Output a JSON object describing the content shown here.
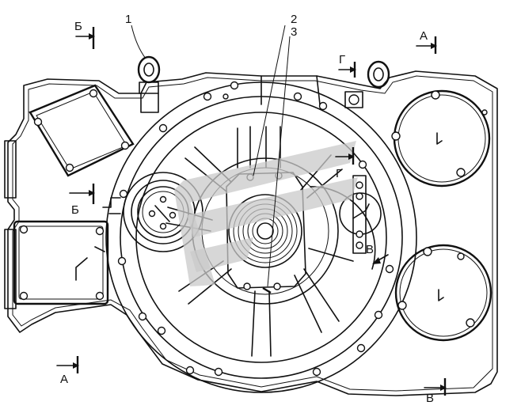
{
  "callouts": [
    {
      "text": "1"
    },
    {
      "text": "2"
    },
    {
      "text": "3"
    }
  ],
  "section_marks": [
    {
      "text": "Б"
    },
    {
      "text": "Б"
    },
    {
      "text": "А"
    },
    {
      "text": "А"
    },
    {
      "text": "Г"
    },
    {
      "text": "Г"
    },
    {
      "text": "В"
    },
    {
      "text": "В"
    }
  ]
}
